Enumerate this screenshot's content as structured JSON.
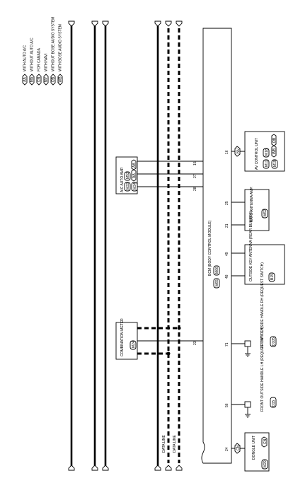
{
  "legend": {
    "items": [
      {
        "code": "AA",
        "text": "WITH AUTO A/C"
      },
      {
        "code": "MA",
        "text": "WITHOUT AUTO A/C"
      },
      {
        "code": "CN",
        "text": "FOR CANADA"
      },
      {
        "code": "NV",
        "text": "WITH NAVI"
      },
      {
        "code": "OB",
        "text": "WITHOUT BOSE AUDIO SYSTEM"
      },
      {
        "code": "WB",
        "text": "WITH BOSE AUDIO SYSTEM"
      }
    ]
  },
  "bcm": {
    "name": "BCM (BODY CONTROL MODULE)",
    "conn1": "M65",
    "conn2": "M66"
  },
  "ac_amp": {
    "name": "A/C AUTO AMP.",
    "conns": [
      "M33",
      "M52",
      "M34"
    ],
    "codes": [
      "AA",
      "AA"
    ],
    "pins": [
      "15",
      "27",
      "28"
    ]
  },
  "av_unit": {
    "name": "AV CONTROL UNIT",
    "code": "NV",
    "conns": [
      "M11",
      "M18",
      "M19"
    ],
    "codes": [
      "WB",
      "OB"
    ],
    "pin": "16"
  },
  "navi_amp": {
    "name": "NATS ANTENNA AMP.",
    "conn": "M62",
    "pins": [
      "25",
      "21"
    ]
  },
  "outside_key": {
    "name": "OUTSIDE KEY ANTENNA (REAR BUMPER)",
    "conn": "B15",
    "pins": [
      "49",
      "48"
    ]
  },
  "combo_meter": {
    "name": "COMBINATION METER",
    "conn": "M24",
    "pin": "23"
  },
  "front_rh": {
    "name": "FRONT OUTSIDE HANDLE RH (REQUEST SWITCH)",
    "conn": "D105",
    "pin": "71"
  },
  "front_lh": {
    "name": "FRONT OUTSIDE HANDLE LH (REQUEST SWITCH)",
    "conn": "D15",
    "pin": "56"
  },
  "dongle": {
    "name": "DONGLE UNIT",
    "conn": "M29",
    "code": "CN",
    "pin": "24"
  },
  "data_line": "DATA LINE",
  "connector_code": "CN"
}
